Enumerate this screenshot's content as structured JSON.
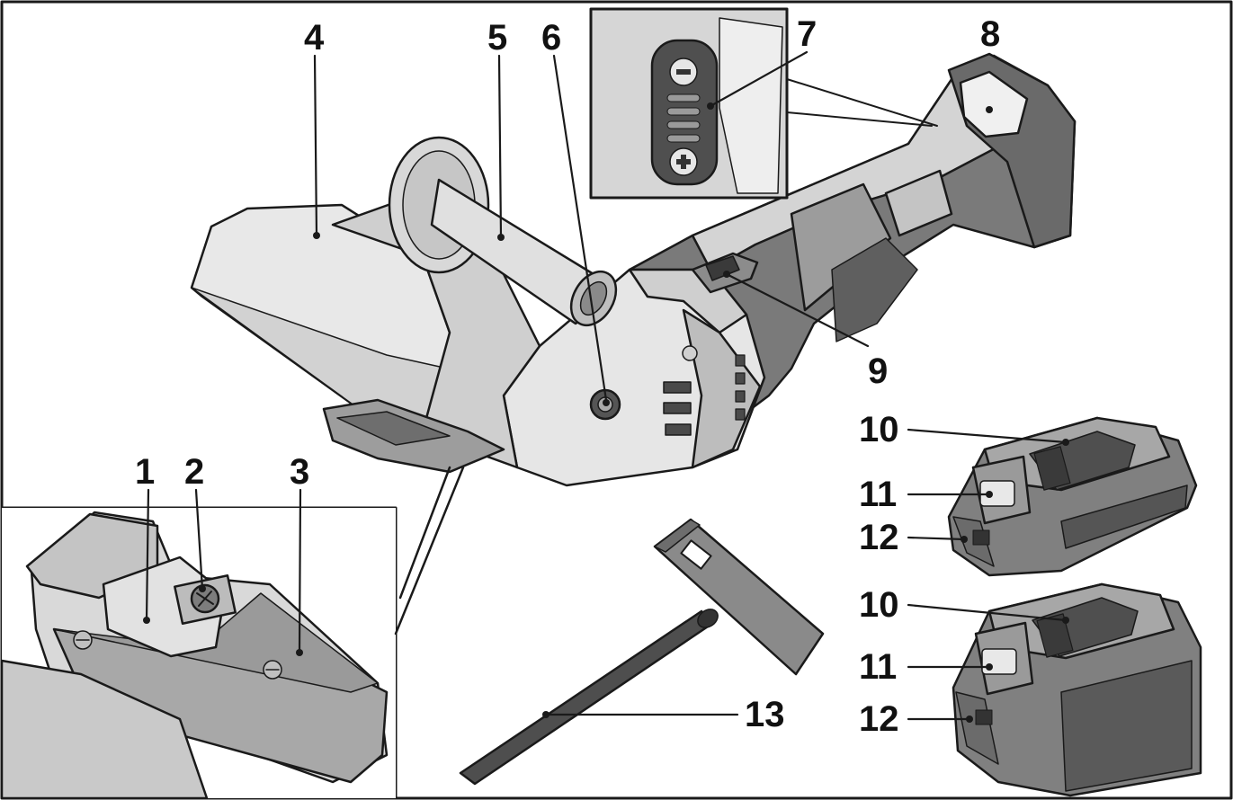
{
  "diagram": {
    "labels": {
      "l1": "1",
      "l2": "2",
      "l3": "3",
      "l4": "4",
      "l5": "5",
      "l6": "6",
      "l7": "7",
      "l8": "8",
      "l9": "9",
      "l10a": "10",
      "l11a": "11",
      "l12a": "12",
      "l10b": "10",
      "l11b": "11",
      "l12b": "12",
      "l13": "13"
    }
  },
  "colors": {
    "outline": "#1a1a1a",
    "light_gray": "#e3e3e3",
    "mid_gray": "#a6a6a6",
    "dark_gray": "#6f6f6f",
    "darker_gray": "#4f4f4f"
  }
}
